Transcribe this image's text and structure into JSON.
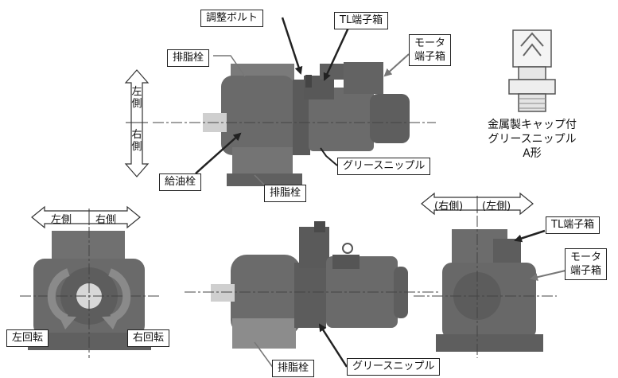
{
  "labels": {
    "adjust_bolt": "調整ボルト",
    "tl_box": "TL端子箱",
    "motor_box": "モータ\n端子箱",
    "drain_top": "排脂栓",
    "oil_plug": "給油栓",
    "drain_mid": "排脂栓",
    "grease_mid": "グリースニップル",
    "left_side_v": "左\n側",
    "right_side_v": "右\n側",
    "nipple_caption": "金属製キャップ付\nグリースニップル\nA形",
    "left_side_h": "左側",
    "right_side_h": "右側",
    "left_rot": "左回転",
    "right_rot": "右回転",
    "right_side_p": "(右側)",
    "left_side_p": "(左側)",
    "tl_box_2": "TL端子箱",
    "motor_box_2": "モータ\n端子箱",
    "drain_bottom": "排脂栓",
    "grease_bottom": "グリースニップル"
  },
  "colors": {
    "machine": "#6f6f6f",
    "machine_dark": "#4a4a4a",
    "machine_light": "#9a9a9a",
    "shaft": "#cfcfcf",
    "arrow_gray": "#8c8c8c",
    "leader": "#222222",
    "leader_gray": "#777777"
  }
}
